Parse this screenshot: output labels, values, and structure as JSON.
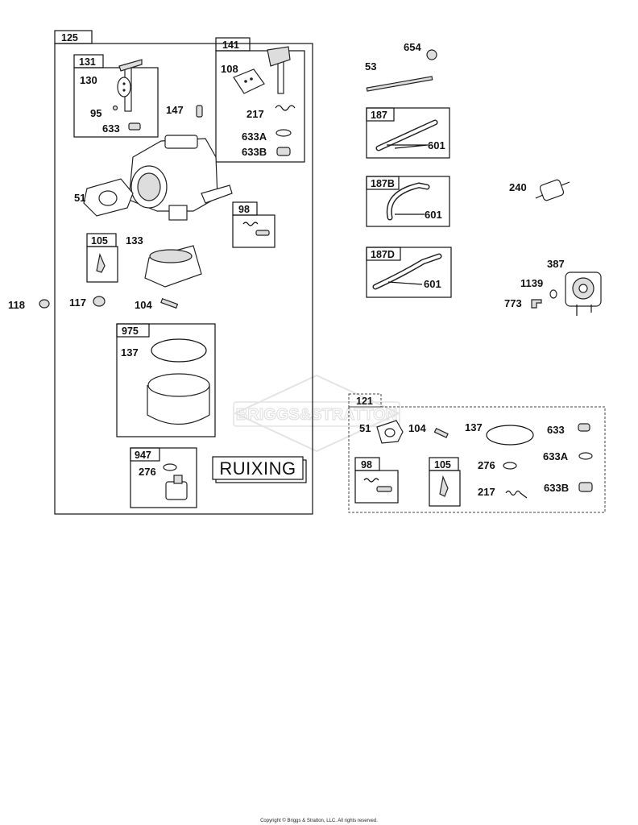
{
  "diagram": {
    "copyright": "Copyright © Briggs & Stratton, LLC. All rights reserved.",
    "watermark": "BRIGGS&STRATTON",
    "brand_sticker": "RUIXING",
    "kit_tags": {
      "k125": "125",
      "k131": "131",
      "k141": "141",
      "k98a": "98",
      "k105a": "105",
      "k975": "975",
      "k947": "947",
      "k187": "187",
      "k187b": "187B",
      "k187d": "187D",
      "k121": "121",
      "k98b": "98",
      "k105b": "105"
    },
    "labels": {
      "p130": "130",
      "p95": "95",
      "p633a": "633",
      "p147": "147",
      "p108": "108",
      "p217a": "217",
      "p633Aa": "633A",
      "p633Ba": "633B",
      "p51a": "51",
      "p105lbl": "105",
      "p133": "133",
      "p118": "118",
      "p117": "117",
      "p104a": "104",
      "p137a": "137",
      "p276a": "276",
      "p53": "53",
      "p654": "654",
      "p601a": "601",
      "p601b": "601",
      "p601c": "601",
      "p240": "240",
      "p387": "387",
      "p1139": "1139",
      "p773": "773",
      "p51b": "51",
      "p104b": "104",
      "p137b": "137",
      "p633b": "633",
      "p633Ab": "633A",
      "p276b": "276",
      "p217b": "217",
      "p633Bb": "633B"
    }
  }
}
